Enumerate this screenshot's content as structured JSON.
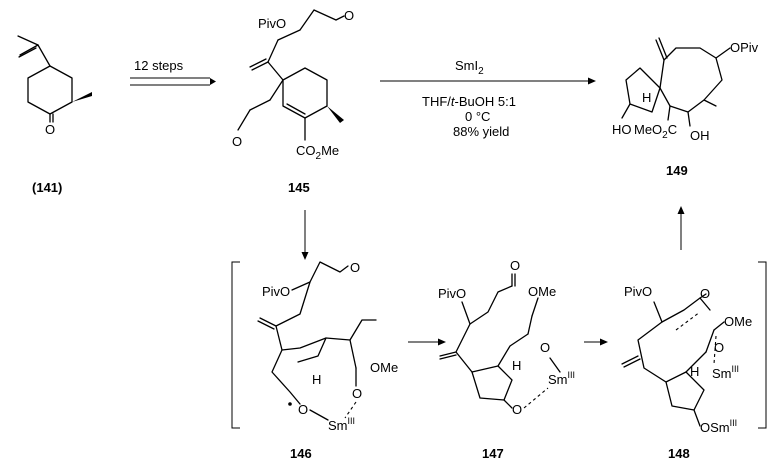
{
  "compounds": {
    "c141": "141",
    "c145": "145",
    "c149": "149",
    "c146": "146",
    "c147": "147",
    "c148": "148"
  },
  "conditions": {
    "step1": "12 steps",
    "reagent": "SmI",
    "reagent_sub": "2",
    "solvent_a": "THF/",
    "solvent_b": "t",
    "solvent_c": "-BuOH 5:1",
    "temperature": "0 °C",
    "yield": "88% yield"
  },
  "labels": {
    "piv": "PivO",
    "opiv": "OPiv",
    "o": "O",
    "co2me_a": "CO",
    "co2me_sub": "2",
    "co2me_b": "Me",
    "meo2c_a": "MeO",
    "meo2c_sub": "2",
    "meo2c_b": "C",
    "ho": "HO",
    "oh": "OH",
    "h": "H",
    "ome": "OMe",
    "sm": "Sm",
    "sm_sup": "III",
    "osm": "OSm"
  }
}
